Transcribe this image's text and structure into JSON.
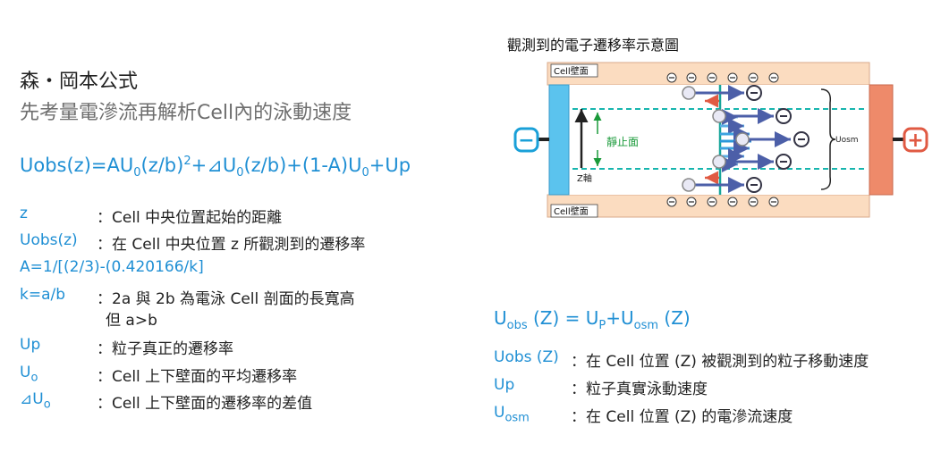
{
  "left": {
    "title": "森・岡本公式",
    "subtitle": "先考量電滲流再解析Cell內的泳動速度",
    "formula": {
      "p1": "Uobs(z)=AU",
      "s1": "0",
      "p2": "(z/b)",
      "sup": "2",
      "p3": "+⊿U",
      "s2": "0",
      "p4": "(z/b)+(1-A)U",
      "s3": "0",
      "p5": "+Up"
    },
    "defs": [
      {
        "term": "z",
        "desc": "：Cell 中央位置起始的距離"
      },
      {
        "term": "Uobs(z)",
        "desc": "：在 Cell 中央位置 z 所觀測到的遷移率"
      },
      {
        "term": "A=1/[(2/3)-(0.420166/k]",
        "desc": ""
      },
      {
        "term": "k=a/b",
        "desc": "：2a 與 2b 為電泳 Cell 剖面的長寬高"
      },
      {
        "term": "",
        "desc": "但 a>b"
      },
      {
        "term": "Up",
        "desc": "：粒子真正的遷移率"
      },
      {
        "term": "U",
        "term_sub": "o",
        "desc": "：Cell 上下壁面的平均遷移率"
      },
      {
        "term": "⊿U",
        "term_sub": "o",
        "desc": "：Cell 上下壁面的遷移率的差值"
      }
    ]
  },
  "diagram": {
    "title": "觀測到的電子遷移率示意圖",
    "wall_top_label": "Cell壁面",
    "wall_bottom_label": "Cell壁面",
    "static_plane_label": "靜止面",
    "z_axis_label": "Z軸",
    "uosm_label": "Uosm",
    "neg_symbol": "⊖",
    "electrode_minus": "−",
    "electrode_plus": "+",
    "colors": {
      "wall": "#fbdcc0",
      "left_electrode": "#5bc3ee",
      "right_electrode": "#ee8a6a",
      "accent": "#1aa0d8",
      "static_line": "#17b5ae",
      "green": "#1a9a3a",
      "arrow_dark": "#4c5fa8",
      "arrow_red": "#e05a43"
    }
  },
  "right": {
    "formula": {
      "a": "U",
      "a_sub": "obs",
      "b": " (Z) = U",
      "b_sub": "P",
      "c": "+U",
      "c_sub": "osm",
      "d": " (Z)"
    },
    "defs": [
      {
        "term": "Uobs (Z)",
        "desc": "：在 Cell 位置 (Z) 被觀測到的粒子移動速度"
      },
      {
        "term": "Up",
        "desc": "：粒子真實泳動速度"
      },
      {
        "term": "U",
        "term_sub": "osm",
        "desc": "：在 Cell 位置 (Z) 的電滲流速度"
      }
    ]
  }
}
